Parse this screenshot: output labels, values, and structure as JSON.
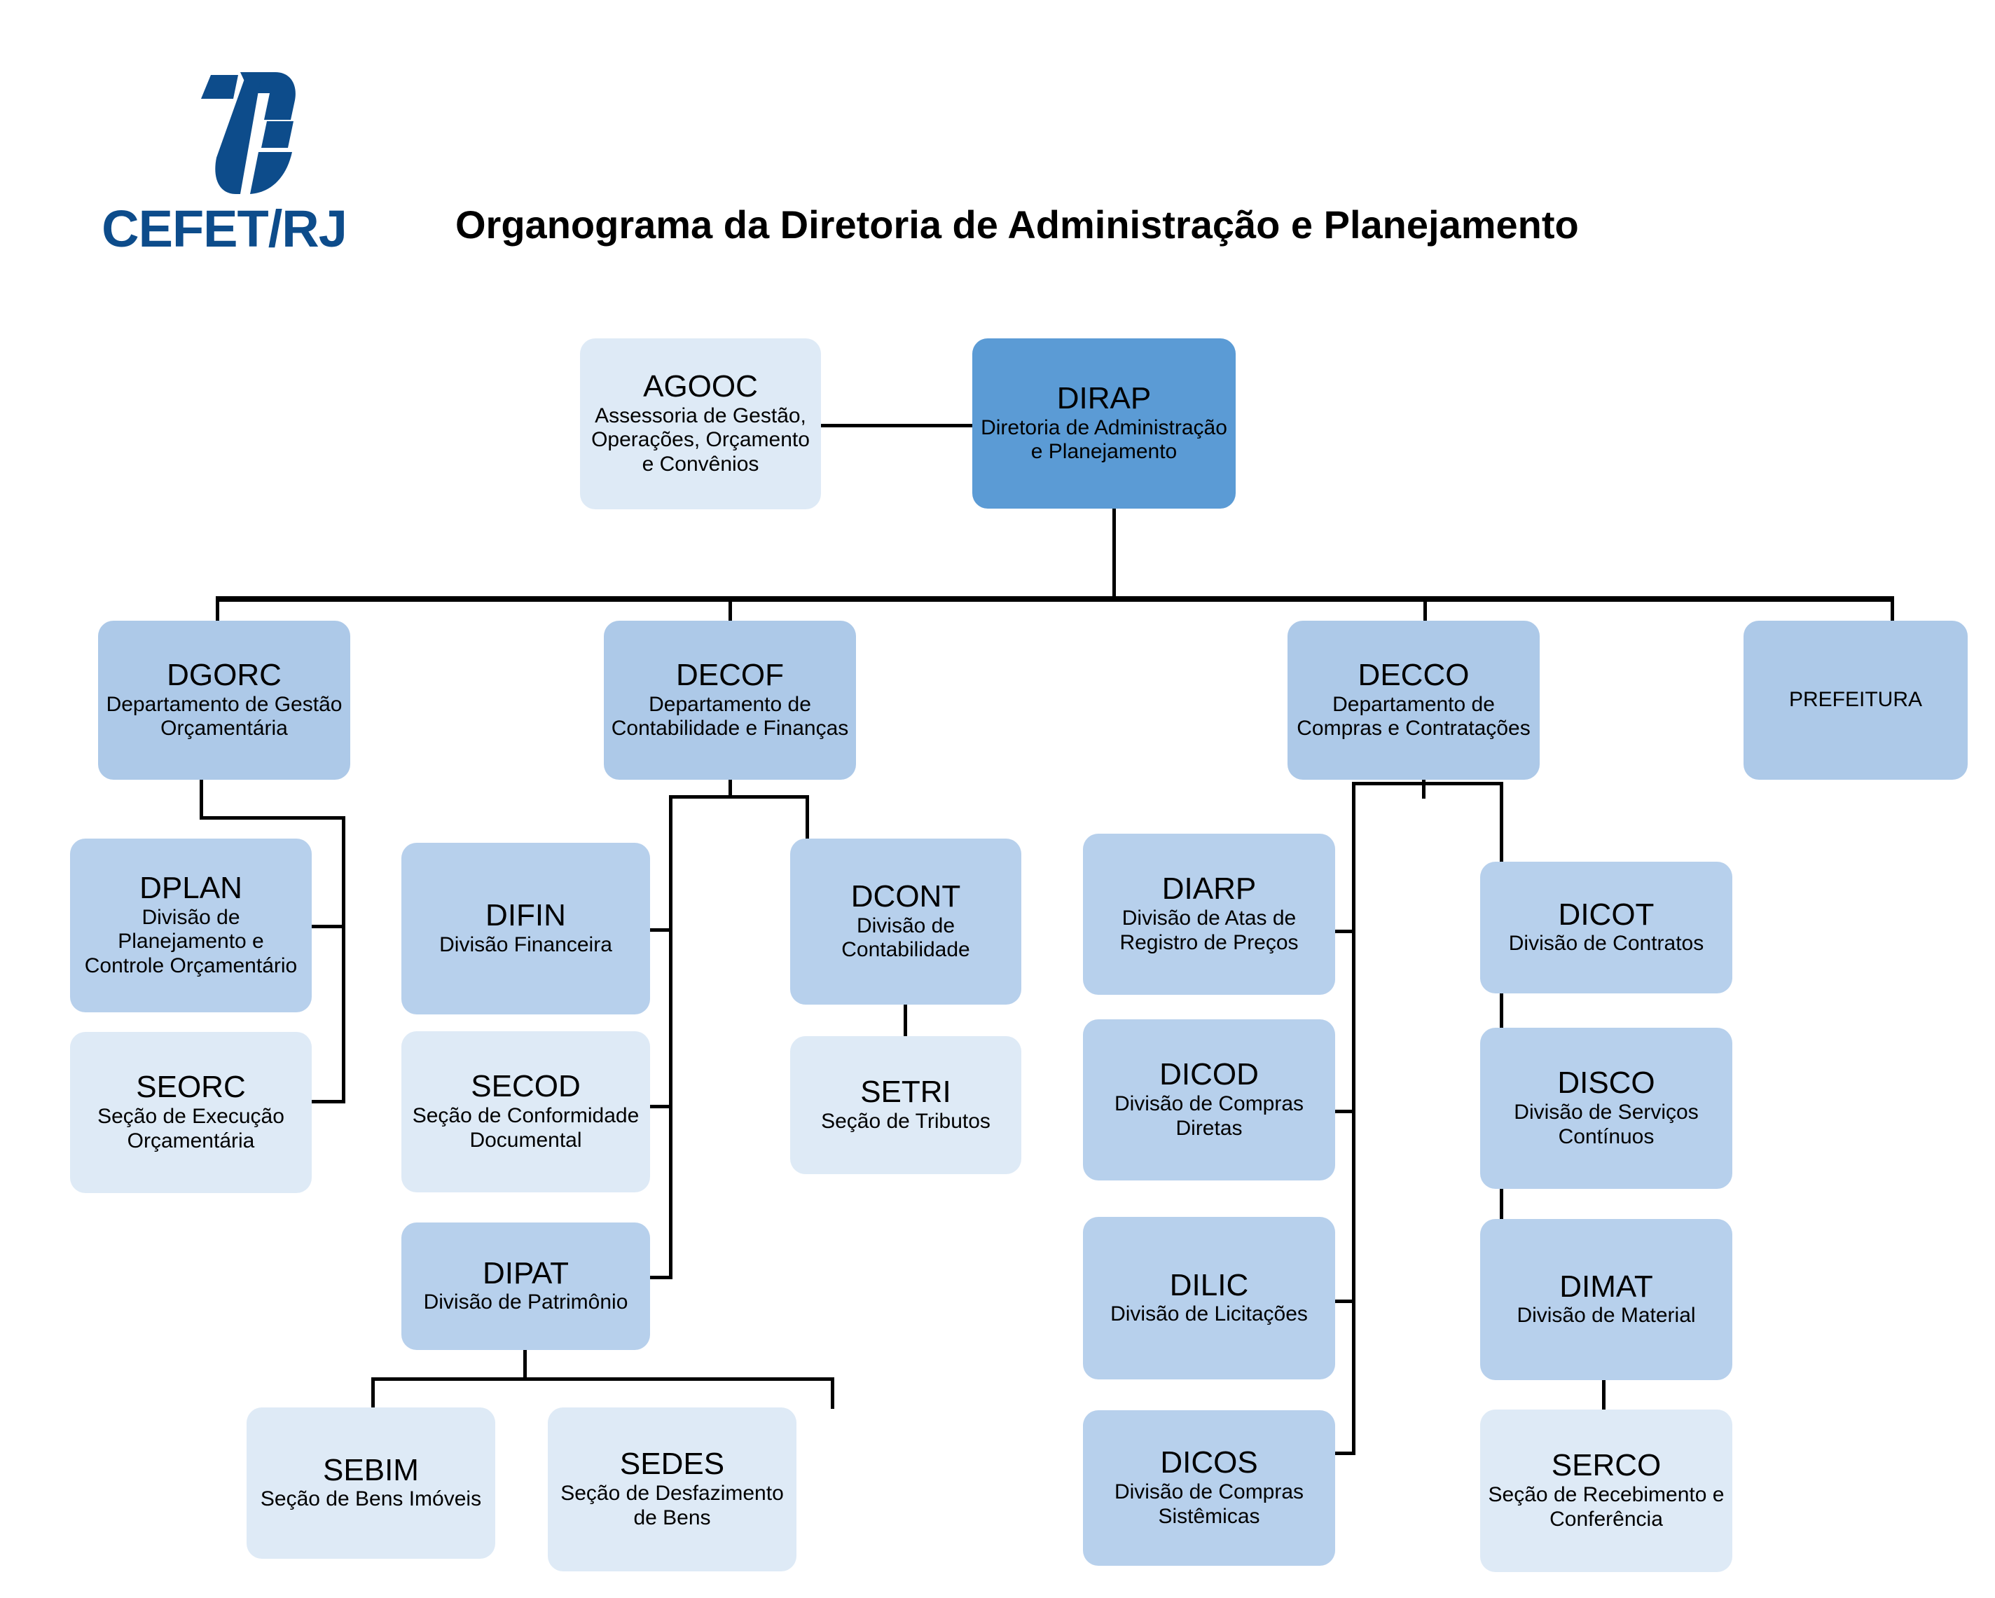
{
  "logo": {
    "wordmark": "CEFET/RJ",
    "mark_name": "cefet-rj-logo-mark"
  },
  "title": "Organograma da Diretoria de Administração e Planejamento",
  "colors": {
    "root_fill": "#5B9BD5",
    "department_fill": "#ADC9E8",
    "division_fill": "#B7D0EC",
    "section_fill": "#DEEAF6",
    "logo_blue": "#0D4C8B",
    "connector": "#000000",
    "background": "#FFFFFF"
  },
  "chart_data": {
    "type": "diagram",
    "title": "Organograma da Diretoria de Administração e Planejamento",
    "nodes": [
      {
        "id": "DIRAP",
        "acronym": "DIRAP",
        "description": "Diretoria de Administração e Planejamento",
        "level": "root",
        "parent": null
      },
      {
        "id": "AGOOC",
        "acronym": "AGOOC",
        "description": "Assessoria de Gestão, Operações, Orçamento e Convênios",
        "level": "assessoria",
        "parent": "DIRAP"
      },
      {
        "id": "DGORC",
        "acronym": "DGORC",
        "description": "Departamento de Gestão Orçamentária",
        "level": "department",
        "parent": "DIRAP"
      },
      {
        "id": "DECOF",
        "acronym": "DECOF",
        "description": "Departamento de Contabilidade e Finanças",
        "level": "department",
        "parent": "DIRAP"
      },
      {
        "id": "DECCO",
        "acronym": "DECCO",
        "description": "Departamento de Compras e Contratações",
        "level": "department",
        "parent": "DIRAP"
      },
      {
        "id": "PREFEITURA",
        "acronym": "",
        "description": "PREFEITURA",
        "level": "department",
        "parent": "DIRAP"
      },
      {
        "id": "DPLAN",
        "acronym": "DPLAN",
        "description": "Divisão de Planejamento e Controle Orçamentário",
        "level": "division",
        "parent": "DGORC"
      },
      {
        "id": "SEORC",
        "acronym": "SEORC",
        "description": "Seção de Execução Orçamentária",
        "level": "section",
        "parent": "DGORC"
      },
      {
        "id": "DIFIN",
        "acronym": "DIFIN",
        "description": "Divisão Financeira",
        "level": "division",
        "parent": "DECOF"
      },
      {
        "id": "SECOD",
        "acronym": "SECOD",
        "description": "Seção de Conformidade Documental",
        "level": "section",
        "parent": "DECOF"
      },
      {
        "id": "DIPAT",
        "acronym": "DIPAT",
        "description": "Divisão de Patrimônio",
        "level": "division",
        "parent": "DECOF"
      },
      {
        "id": "DCONT",
        "acronym": "DCONT",
        "description": "Divisão de Contabilidade",
        "level": "division",
        "parent": "DECOF"
      },
      {
        "id": "SETRI",
        "acronym": "SETRI",
        "description": "Seção de Tributos",
        "level": "section",
        "parent": "DCONT"
      },
      {
        "id": "SEBIM",
        "acronym": "SEBIM",
        "description": "Seção de Bens Imóveis",
        "level": "section",
        "parent": "DIPAT"
      },
      {
        "id": "SEDES",
        "acronym": "SEDES",
        "description": "Seção de Desfazimento de Bens",
        "level": "section",
        "parent": "DIPAT"
      },
      {
        "id": "DIARP",
        "acronym": "DIARP",
        "description": "Divisão de Atas de Registro de Preços",
        "level": "division",
        "parent": "DECCO"
      },
      {
        "id": "DICOD",
        "acronym": "DICOD",
        "description": "Divisão de Compras Diretas",
        "level": "division",
        "parent": "DECCO"
      },
      {
        "id": "DILIC",
        "acronym": "DILIC",
        "description": "Divisão de Licitações",
        "level": "division",
        "parent": "DECCO"
      },
      {
        "id": "DICOS",
        "acronym": "DICOS",
        "description": "Divisão de Compras Sistêmicas",
        "level": "division",
        "parent": "DECCO"
      },
      {
        "id": "DICOT",
        "acronym": "DICOT",
        "description": "Divisão de Contratos",
        "level": "division",
        "parent": "DECCO"
      },
      {
        "id": "DISCO",
        "acronym": "DISCO",
        "description": "Divisão de Serviços Contínuos",
        "level": "division",
        "parent": "DECCO"
      },
      {
        "id": "DIMAT",
        "acronym": "DIMAT",
        "description": "Divisão de Material",
        "level": "division",
        "parent": "DECCO"
      },
      {
        "id": "SERCO",
        "acronym": "SERCO",
        "description": "Seção de Recebimento e Conferência",
        "level": "section",
        "parent": "DIMAT"
      }
    ],
    "edges": [
      [
        "DIRAP",
        "AGOOC"
      ],
      [
        "DIRAP",
        "DGORC"
      ],
      [
        "DIRAP",
        "DECOF"
      ],
      [
        "DIRAP",
        "DECCO"
      ],
      [
        "DIRAP",
        "PREFEITURA"
      ],
      [
        "DGORC",
        "DPLAN"
      ],
      [
        "DGORC",
        "SEORC"
      ],
      [
        "DECOF",
        "DIFIN"
      ],
      [
        "DECOF",
        "SECOD"
      ],
      [
        "DECOF",
        "DIPAT"
      ],
      [
        "DECOF",
        "DCONT"
      ],
      [
        "DCONT",
        "SETRI"
      ],
      [
        "DIPAT",
        "SEBIM"
      ],
      [
        "DIPAT",
        "SEDES"
      ],
      [
        "DECCO",
        "DIARP"
      ],
      [
        "DECCO",
        "DICOD"
      ],
      [
        "DECCO",
        "DILIC"
      ],
      [
        "DECCO",
        "DICOS"
      ],
      [
        "DECCO",
        "DICOT"
      ],
      [
        "DECCO",
        "DISCO"
      ],
      [
        "DECCO",
        "DIMAT"
      ],
      [
        "DIMAT",
        "SERCO"
      ]
    ]
  }
}
